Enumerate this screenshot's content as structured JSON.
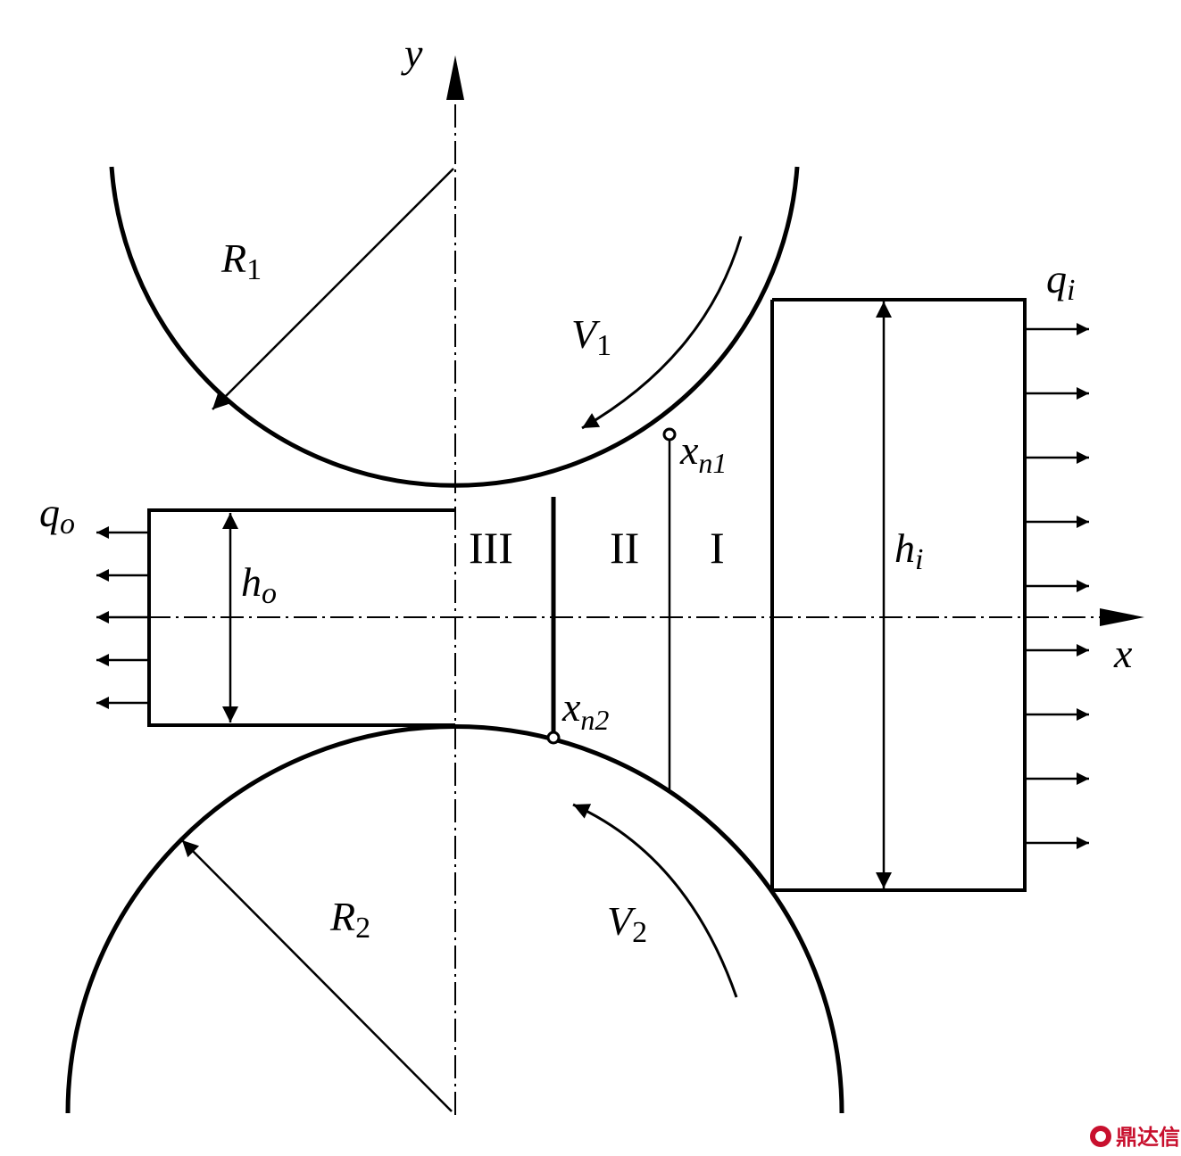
{
  "labels": {
    "axis_y": "y",
    "axis_x": "x",
    "r1_main": "R",
    "r1_sub": "1",
    "r2_main": "R",
    "r2_sub": "2",
    "v1_main": "V",
    "v1_sub": "1",
    "v2_main": "V",
    "v2_sub": "2",
    "qi_main": "q",
    "qi_sub": "i",
    "qo_main": "q",
    "qo_sub": "o",
    "hi_main": "h",
    "hi_sub": "i",
    "ho_main": "h",
    "ho_sub": "o",
    "xn1_main": "x",
    "xn1_sub": "n1",
    "xn2_main": "x",
    "xn2_sub": "n2",
    "zone_1": "I",
    "zone_2": "II",
    "zone_3": "III"
  },
  "watermark": {
    "text": "鼎达信"
  },
  "colors": {
    "line": "#000000",
    "watermark": "#c8102e"
  }
}
